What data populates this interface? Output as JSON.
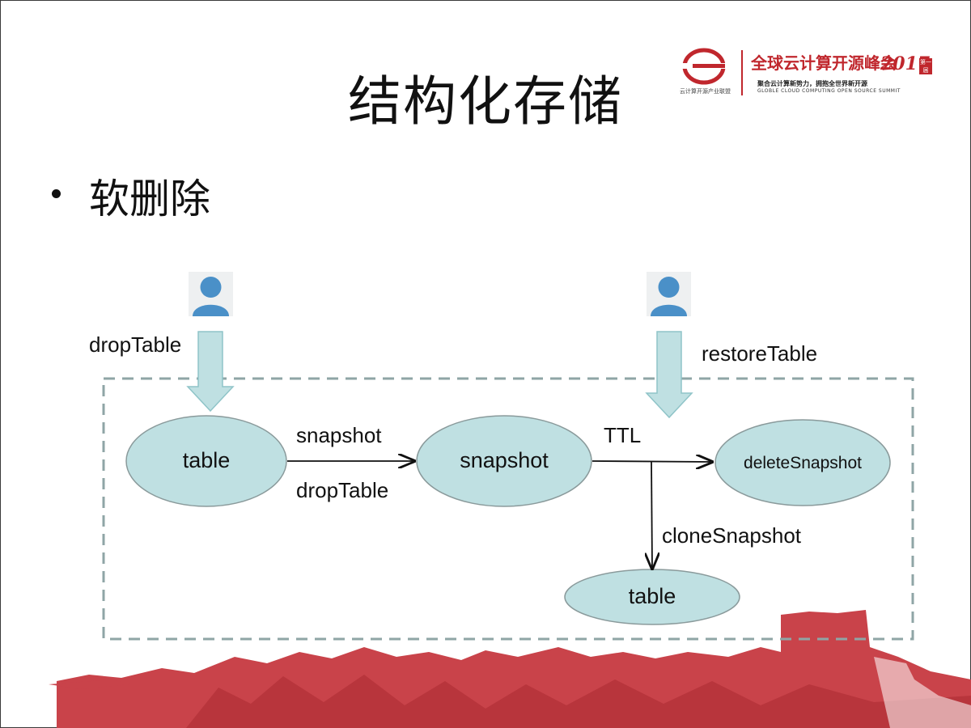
{
  "slide": {
    "title": "结构化存储",
    "bullet": "软删除"
  },
  "logo": {
    "left_caption": "云计算开源产业联盟",
    "main": "全球云计算开源峰会",
    "year": "2017",
    "badge": "第一届",
    "subtitle": "聚合云计算新势力，拥抱全世界新开源",
    "english": "GLOBLE CLOUD COMPUTING OPEN SOURCE SUMMIT"
  },
  "diagram": {
    "nodes": {
      "table_left": "table",
      "snapshot": "snapshot",
      "delete_snapshot": "deleteSnapshot",
      "table_bottom": "table"
    },
    "edges": {
      "snapshot_top": "snapshot",
      "snapshot_bottom": "dropTable",
      "ttl": "TTL",
      "clone": "cloneSnapshot"
    },
    "actors": {
      "left_action": "dropTable",
      "right_action": "restoreTable"
    }
  },
  "colors": {
    "node_fill": "#bfe0e2",
    "node_stroke": "#8a9a9b",
    "arrow_fill": "#bfe0e2",
    "arrow_stroke": "#8fc4c8",
    "dashed_border": "#8fa5a6",
    "user_icon": "#4a90c8",
    "brand_red": "#c0272d",
    "mountain_red": "#c9434a"
  }
}
